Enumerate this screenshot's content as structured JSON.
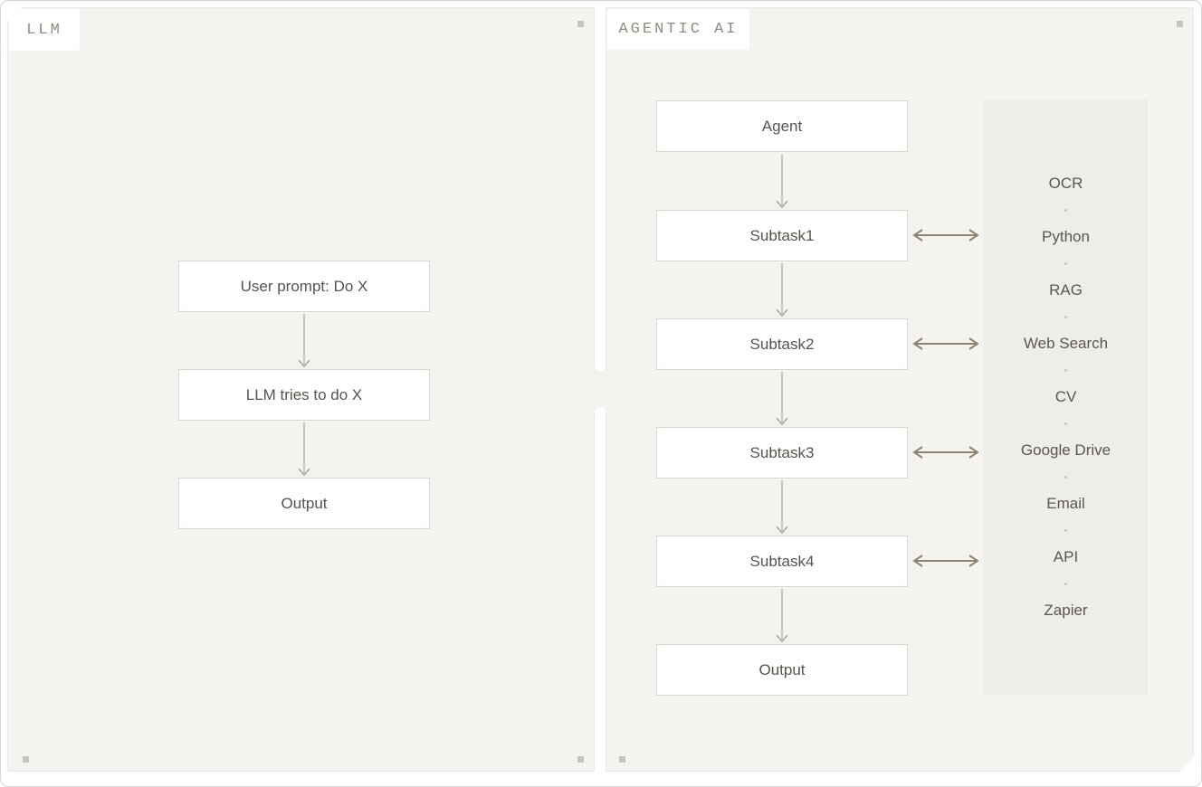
{
  "llm_panel": {
    "title": "LLM",
    "nodes": [
      "User prompt: Do X",
      "LLM tries to do X",
      "Output"
    ]
  },
  "agentic_panel": {
    "title": "AGENTIC AI",
    "nodes": [
      "Agent",
      "Subtask1",
      "Subtask2",
      "Subtask3",
      "Subtask4",
      "Output"
    ],
    "tools": [
      "OCR",
      "Python",
      "RAG",
      "Web Search",
      "CV",
      "Google Drive",
      "Email",
      "API",
      "Zapier"
    ]
  },
  "colors": {
    "panel_bg": "#f5f3f0",
    "tools_bg": "#efede9",
    "node_border": "#dbd7d1",
    "node_text": "#57534c",
    "title_text": "#95897c",
    "flow_arrow": "#b7b4ae",
    "link_arrow": "#8f8272"
  }
}
